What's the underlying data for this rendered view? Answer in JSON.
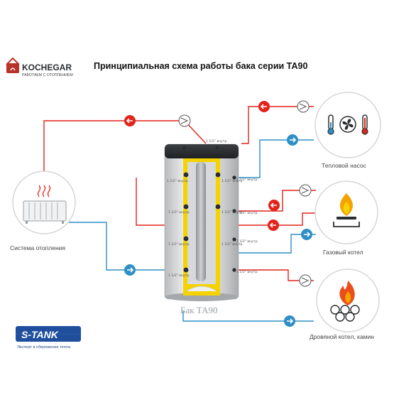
{
  "title": "Принципиальная схема работы бака серии ТА90",
  "logo": {
    "name": "KOCHEGAR",
    "tagline": "РАБОТАЕМ С ОТОПЛЕНИЕМ"
  },
  "brand": {
    "name": "S-TANK",
    "tagline": "Эксперт в сбережении тепла"
  },
  "tank_label": "Бак ТА90",
  "devices": {
    "heating_system": "Система отопления",
    "heat_pump": "Тепловой насос",
    "gas_boiler": "Газовый котел",
    "wood_boiler": "Дровяной котел, камин"
  },
  "port_label": "1 1/2\" внутр.",
  "colors": {
    "hot": "#e2231a",
    "cold": "#2f8fc6",
    "frame": "#f5d300",
    "tank": "#cfd1d2",
    "brand": "#1f4e9c"
  },
  "icons": [
    "radiator-icon",
    "thermometer-icon",
    "fan-icon",
    "flame-icon",
    "fire-wood-icon",
    "pump-icon",
    "arrow-left-icon",
    "arrow-right-icon"
  ]
}
